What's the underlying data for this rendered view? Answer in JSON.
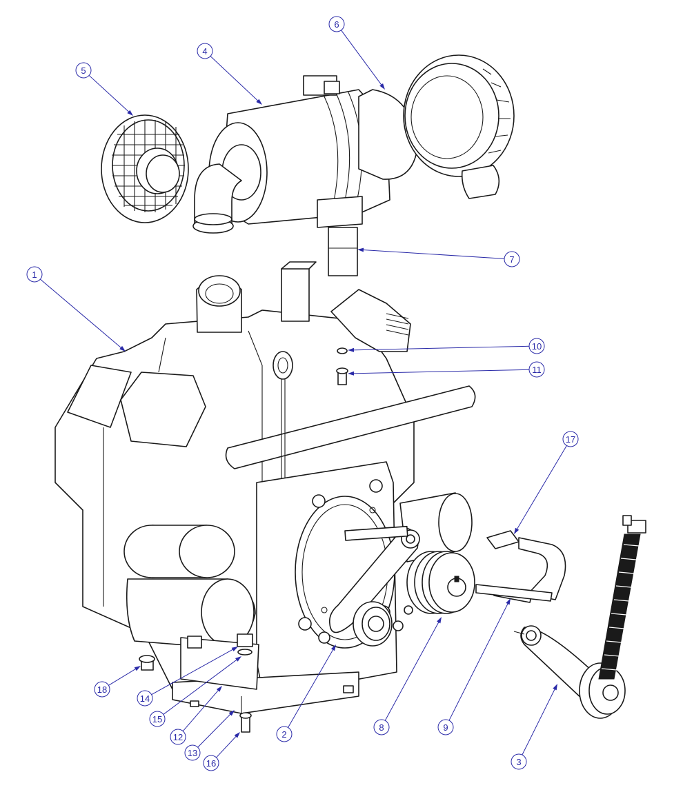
{
  "callouts": [
    "1",
    "2",
    "3",
    "4",
    "5",
    "6",
    "7",
    "8",
    "9",
    "10",
    "11",
    "12",
    "13",
    "14",
    "15",
    "16",
    "17",
    "18"
  ],
  "colors": {
    "line": "#1a1a1a",
    "callout": "#2a2aa8",
    "background": "#ffffff"
  }
}
